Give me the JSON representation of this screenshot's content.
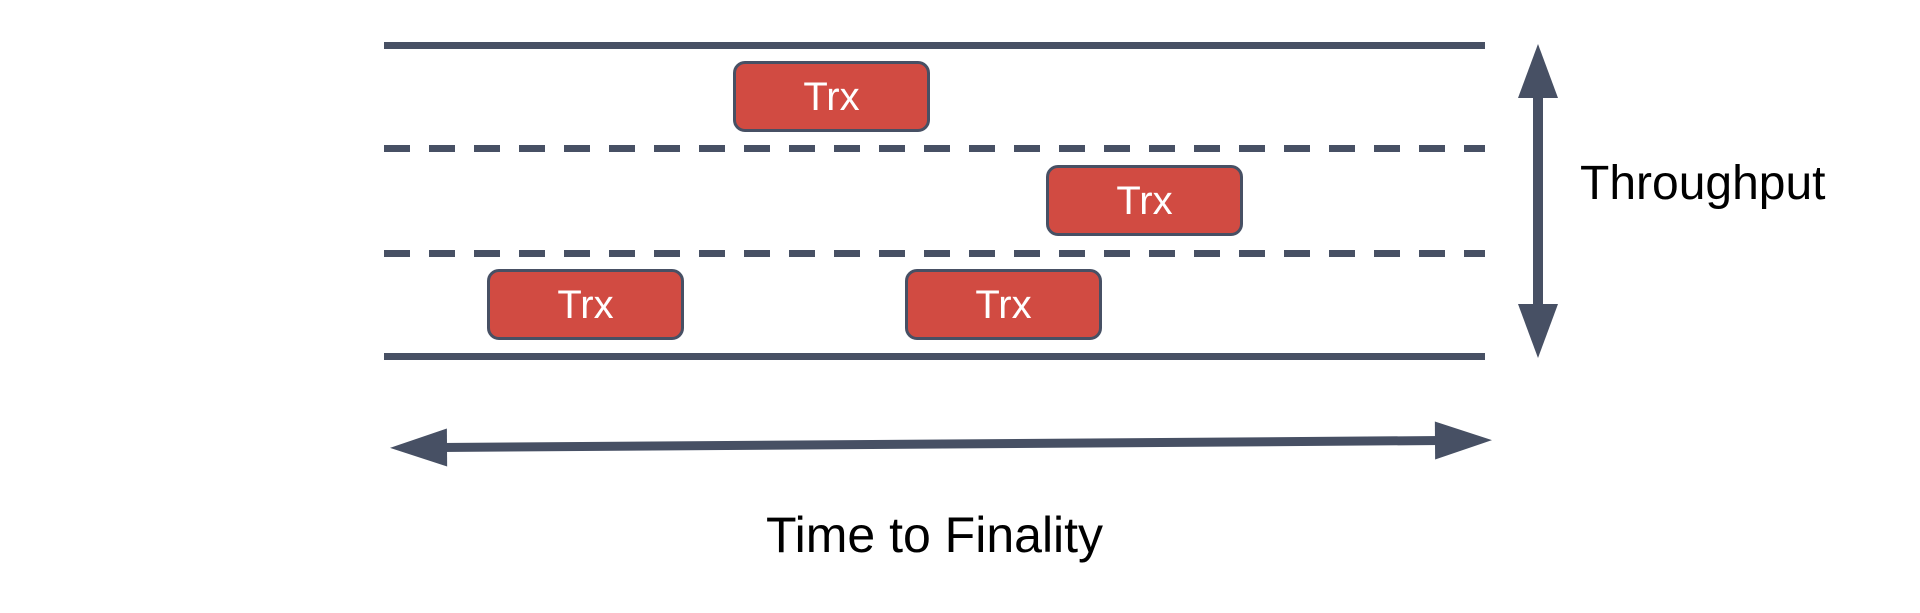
{
  "diagram": {
    "type": "blockchain-lanes-diagram",
    "lane_count": 3,
    "lane_divider_style": "dashed",
    "lane_boundary_style": "solid",
    "trx_boxes": [
      {
        "label": "Trx",
        "lane": "top"
      },
      {
        "label": "Trx",
        "lane": "middle"
      },
      {
        "label": "Trx",
        "lane": "bottom-left"
      },
      {
        "label": "Trx",
        "lane": "bottom-right"
      }
    ],
    "throughput_label": "Throughput",
    "time_to_finality_label": "Time to Finality",
    "colors": {
      "stroke": "#475064",
      "trx_fill": "#d14b42",
      "trx_border": "#475064",
      "trx_text": "#ffffff",
      "label_text": "#000000",
      "background": "#ffffff"
    }
  }
}
